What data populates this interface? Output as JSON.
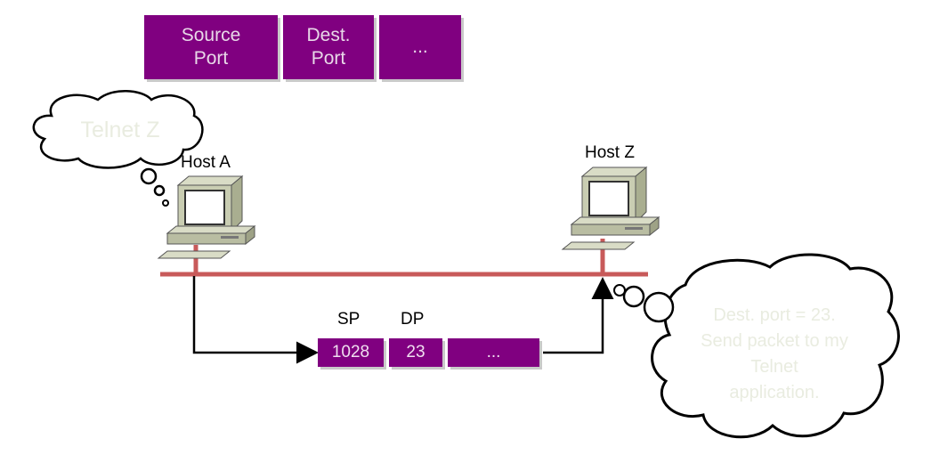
{
  "header_fields": [
    {
      "label": "Source\nPort"
    },
    {
      "label": "Dest.\nPort"
    },
    {
      "label": "..."
    }
  ],
  "host_a": {
    "label": "Host A",
    "thought": "Telnet Z"
  },
  "host_z": {
    "label": "Host Z",
    "thought": "Dest. port = 23.\nSend packet to my\nTelnet\napplication."
  },
  "packet": {
    "sp_label": "SP",
    "dp_label": "DP",
    "fields": [
      "1028",
      "23",
      "..."
    ]
  },
  "colors": {
    "field_fill": "#800080",
    "network_line": "#c85a5a",
    "cloud_text": "#e9ece0"
  }
}
